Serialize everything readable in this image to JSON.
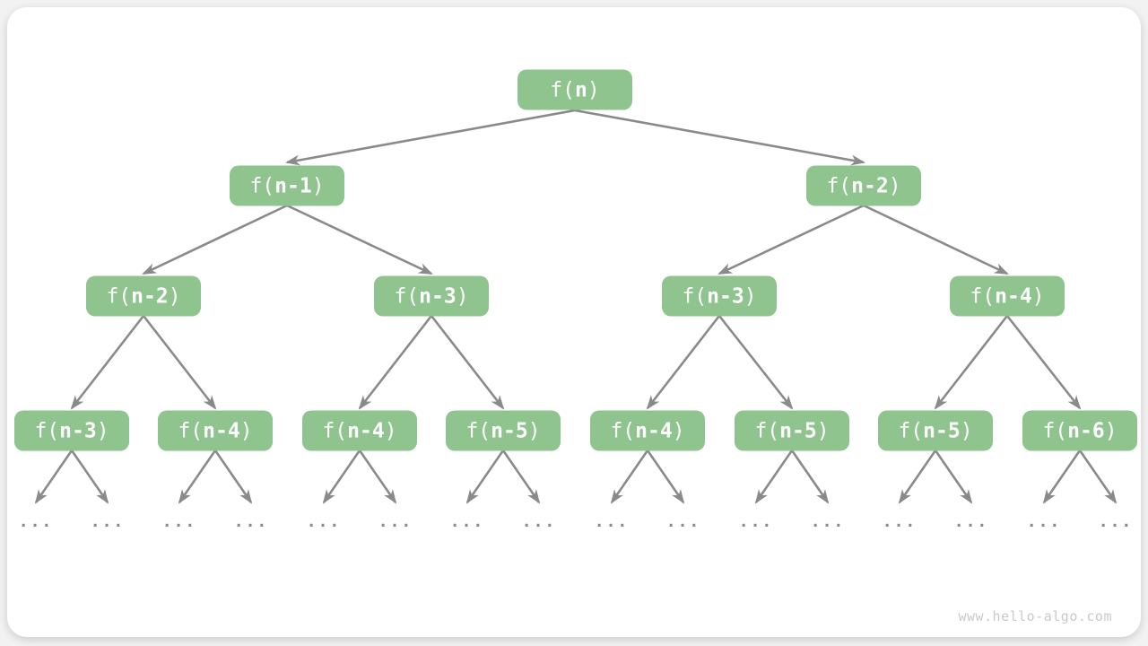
{
  "colors": {
    "node_fill": "#8FC48F",
    "node_text": "#FFFFFF",
    "arrow": "#8A8A8A",
    "ellipsis": "#8A8A8A",
    "card_bg": "#FFFFFF",
    "page_bg": "#F2F2F2",
    "watermark": "#C9C9C9"
  },
  "watermark": {
    "text": "www.hello-algo.com"
  },
  "tree": {
    "ellipsis_label": "...",
    "levels": [
      {
        "nodes": [
          {
            "prefix": "f(",
            "arg": "n",
            "suffix": ")"
          }
        ]
      },
      {
        "nodes": [
          {
            "prefix": "f(",
            "arg": "n-1",
            "suffix": ")"
          },
          {
            "prefix": "f(",
            "arg": "n-2",
            "suffix": ")"
          }
        ]
      },
      {
        "nodes": [
          {
            "prefix": "f(",
            "arg": "n-2",
            "suffix": ")"
          },
          {
            "prefix": "f(",
            "arg": "n-3",
            "suffix": ")"
          },
          {
            "prefix": "f(",
            "arg": "n-3",
            "suffix": ")"
          },
          {
            "prefix": "f(",
            "arg": "n-4",
            "suffix": ")"
          }
        ]
      },
      {
        "nodes": [
          {
            "prefix": "f(",
            "arg": "n-3",
            "suffix": ")"
          },
          {
            "prefix": "f(",
            "arg": "n-4",
            "suffix": ")"
          },
          {
            "prefix": "f(",
            "arg": "n-4",
            "suffix": ")"
          },
          {
            "prefix": "f(",
            "arg": "n-5",
            "suffix": ")"
          },
          {
            "prefix": "f(",
            "arg": "n-4",
            "suffix": ")"
          },
          {
            "prefix": "f(",
            "arg": "n-5",
            "suffix": ")"
          },
          {
            "prefix": "f(",
            "arg": "n-5",
            "suffix": ")"
          },
          {
            "prefix": "f(",
            "arg": "n-6",
            "suffix": ")"
          }
        ]
      }
    ]
  }
}
